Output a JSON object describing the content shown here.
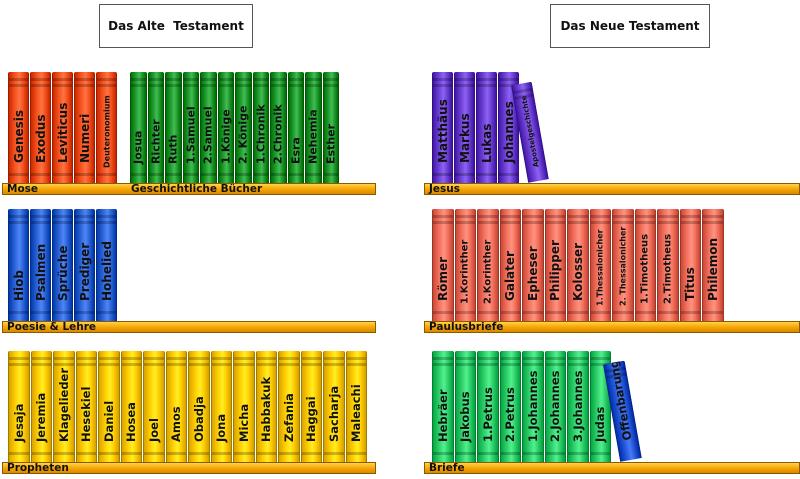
{
  "headers": {
    "old": "Das Alte  Testament",
    "new": "Das Neue Testament"
  },
  "colors": {
    "mose": "#f4511e",
    "geschichte": "#1f9a2e",
    "poesie": "#2b63d6",
    "propheten": "#ffcc00",
    "jesus": "#6a3fd1",
    "paulus": "#f2705d",
    "briefe": "#2ecf6a",
    "offenbarung": "#2457d6"
  },
  "shelves": [
    {
      "id": "mose",
      "label": "Mose",
      "color": "mose",
      "books": [
        "Genesis",
        "Exodus",
        "Leviticus",
        "Numeri",
        "Deuteronomium"
      ]
    },
    {
      "id": "geschichte",
      "label": "Geschichtliche Bücher",
      "color": "geschichte",
      "books": [
        "Josua",
        "Richter",
        "Ruth",
        "1.Samuel",
        "2.Samuel",
        "1.Könige",
        "2. Könige",
        "1.Chronik",
        "2.Chronik",
        "Esra",
        "Nehemia",
        "Esther"
      ]
    },
    {
      "id": "poesie",
      "label": "Poesie & Lehre",
      "color": "poesie",
      "books": [
        "Hiob",
        "Psalmen",
        "Sprüche",
        "Prediger",
        "Hohelied"
      ]
    },
    {
      "id": "propheten",
      "label": "Propheten",
      "color": "propheten",
      "books": [
        "Jesaja",
        "Jeremia",
        "Klagelieder",
        "Hesekiel",
        "Daniel",
        "Hosea",
        "Joel",
        "Amos",
        "Obadja",
        "Jona",
        "Micha",
        "Habbakuk",
        "Zefania",
        "Haggai",
        "Sacharja",
        "Maleachi"
      ]
    },
    {
      "id": "jesus",
      "label": "Jesus",
      "color": "jesus",
      "books": [
        "Matthäus",
        "Markus",
        "Lukas",
        "Johannes",
        "Apostelgeschichte"
      ]
    },
    {
      "id": "paulus",
      "label": "Paulusbriefe",
      "color": "paulus",
      "books": [
        "Römer",
        "1.Korinther",
        "2.Korinther",
        "Galater",
        "Epheser",
        "Philipper",
        "Kolosser",
        "1.Thessalonicher",
        "2. Thessalonicher",
        "1.Timotheus",
        "2.Timotheus",
        "Titus",
        "Philemon"
      ]
    },
    {
      "id": "briefe",
      "label": "Briefe",
      "color": "briefe",
      "books": [
        "Hebräer",
        "Jakobus",
        "1.Petrus",
        "2.Petrus",
        "1.Johannes",
        "2.Johannes",
        "3.Johannes",
        "Judas",
        "Offenbarung"
      ]
    }
  ]
}
